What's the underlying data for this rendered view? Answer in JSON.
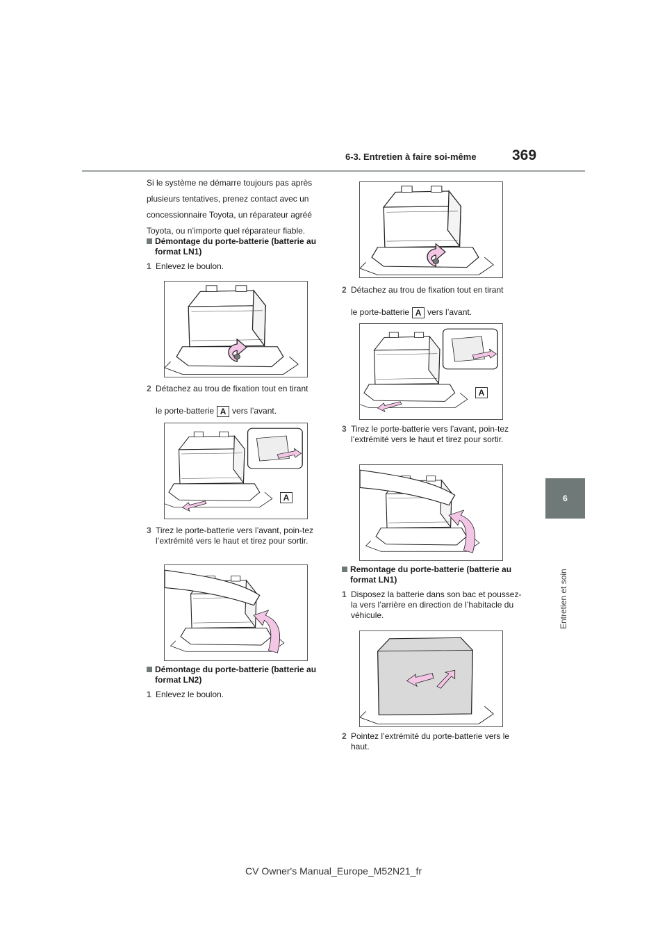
{
  "header": {
    "section": "6-3. Entretien à faire soi-même",
    "page_number": "369"
  },
  "side_tab": {
    "number": "6",
    "label": "Entretien et soin"
  },
  "footer": {
    "text": "CV Owner's Manual_Europe_M52N21_fr"
  },
  "intro": {
    "lines": [
      "Si le système ne démarre toujours pas après",
      "plusieurs tentatives, prenez contact avec un",
      "concessionnaire Toyota, un réparateur agréé",
      "Toyota, ou n’importe quel réparateur fiable."
    ]
  },
  "left": {
    "heading1": "Démontage du porte-batterie (batterie au format LN1)",
    "step1": {
      "num": "1",
      "text": "Enlevez le boulon."
    },
    "step2": {
      "num": "2",
      "line1": "Détachez au trou de fixation tout en tirant",
      "line2_pre": "le porte-batterie",
      "badge": "A",
      "line2_post": "vers l’avant."
    },
    "fig2_label": "A",
    "step3": {
      "num": "3",
      "text": "Tirez le porte-batterie vers l’avant, poin-tez l’extrémité vers le haut et tirez pour sortir."
    },
    "heading2": "Démontage du porte-batterie (batterie au format LN2)",
    "step4": {
      "num": "1",
      "text": "Enlevez le boulon."
    }
  },
  "right": {
    "step1": {
      "num": "2",
      "line1": "Détachez au trou de fixation tout en tirant",
      "line2_pre": "le porte-batterie",
      "badge": "A",
      "line2_post": "vers l’avant."
    },
    "fig2_label": "A",
    "step2": {
      "num": "3",
      "text": "Tirez le porte-batterie vers l’avant, poin-tez l’extrémité vers le haut et tirez pour sortir."
    },
    "heading1": "Remontage du porte-batterie (batterie au format LN1)",
    "step3": {
      "num": "1",
      "text": "Disposez la batterie dans son bac et poussez-la vers l’arrière en direction de l’habitacle du véhicule."
    },
    "step4": {
      "num": "2",
      "text": "Pointez l’extrémité du porte-batterie vers le haut."
    }
  },
  "colors": {
    "accent": "#6f7a78",
    "arrow": "#f3c6e6"
  }
}
